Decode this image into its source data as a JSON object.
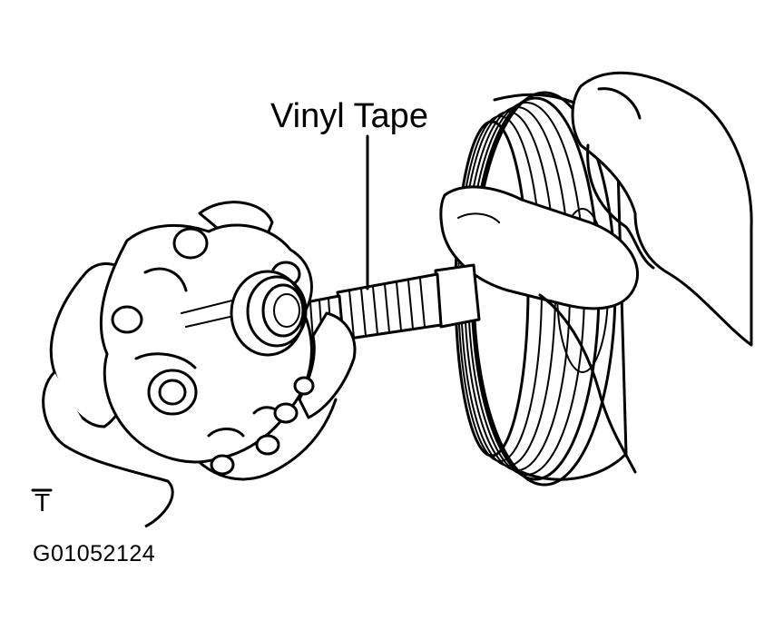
{
  "labels": {
    "callout": "Vinyl Tape",
    "corner_mark": "T",
    "figure_id": "G01052124"
  },
  "colors": {
    "ink": "#000000",
    "paper": "#ffffff"
  }
}
